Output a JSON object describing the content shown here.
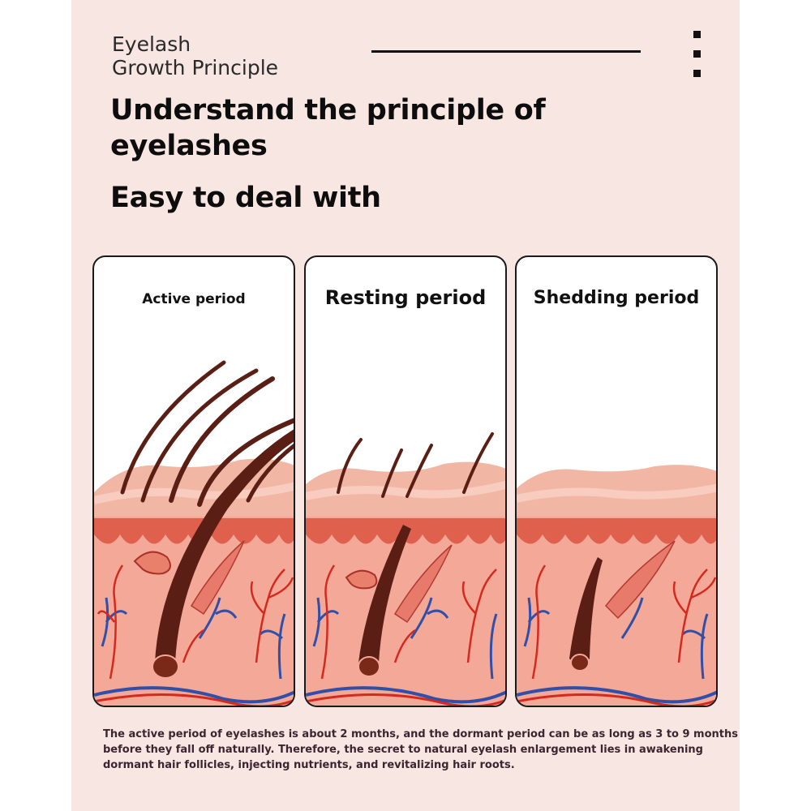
{
  "header": {
    "subtitle_line1": "Eyelash",
    "subtitle_line2": "Growth Principle",
    "headline_line1": "Understand the principle of",
    "headline_line2": "eyelashes",
    "headline_line3": "Easy to deal with"
  },
  "panels": [
    {
      "title": "Active period",
      "stage": "active"
    },
    {
      "title": "Resting period",
      "stage": "resting"
    },
    {
      "title": "Shedding period",
      "stage": "shedding"
    }
  ],
  "caption": {
    "line1": "The active period of eyelashes is about 2 months, and the dormant period can be as long as 3 to 9 months",
    "line2": "before they fall off naturally. Therefore, the secret to natural eyelash enlargement lies in awakening",
    "line3": "dormant hair follicles, injecting nutrients, and revitalizing hair roots."
  },
  "colors": {
    "background": "#f8e6e2",
    "skin_top": "#f2b6a4",
    "dermis": "#f4a898",
    "epidermis_edge": "#e0604e",
    "hair": "#5a1e14",
    "artery": "#d42a1e",
    "vein": "#2f4fa8"
  }
}
